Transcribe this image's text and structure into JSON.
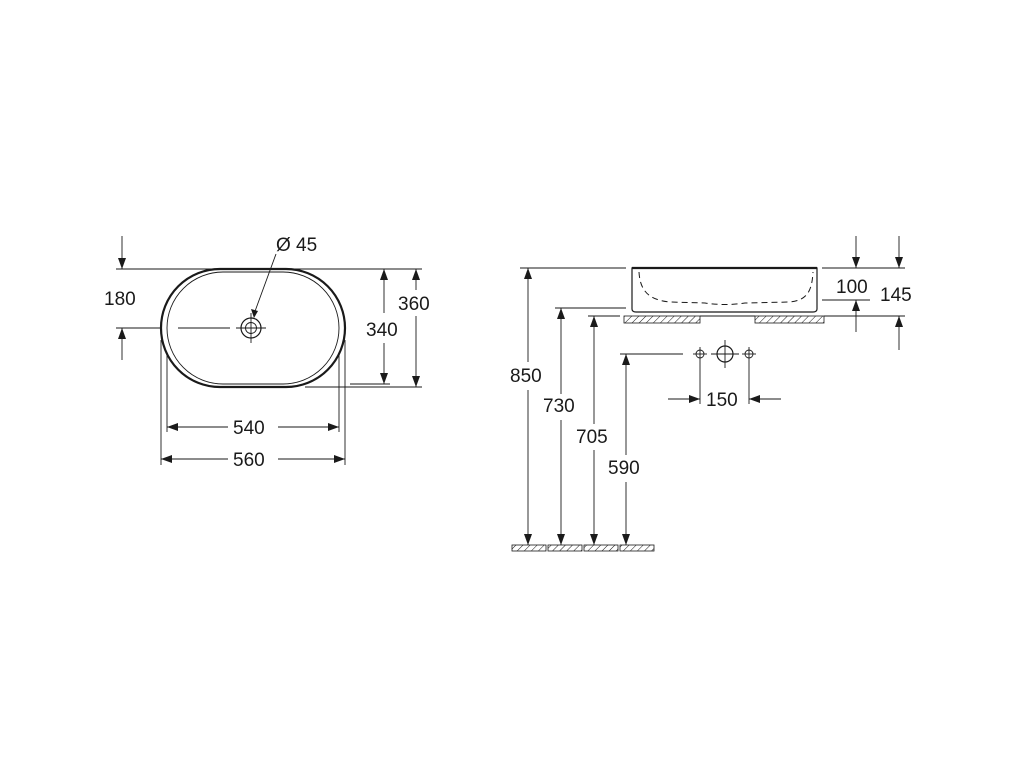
{
  "top_view": {
    "drain_diameter_label": "Ø 45",
    "half_depth": "180",
    "inner_depth": "340",
    "outer_depth": "360",
    "inner_width": "540",
    "outer_width": "560"
  },
  "side_view": {
    "bowl_height": "100",
    "total_height": "145",
    "tap_spacing": "150",
    "rim_height": "850",
    "countertop_height": "730",
    "tap_line_height": "705",
    "drain_height": "590"
  },
  "colors": {
    "line": "#1a1a1a",
    "background": "#ffffff"
  }
}
